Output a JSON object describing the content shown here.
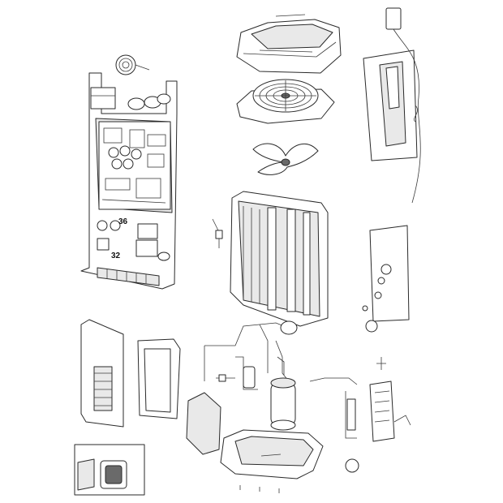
{
  "callouts": [
    {
      "id": "36",
      "text": "36"
    },
    {
      "id": "32",
      "text": "32"
    }
  ],
  "colors": {
    "line": "#2a2a2a",
    "fill": "#ffffff",
    "shade": "#e9e9e9",
    "dark": "#6a6a6a"
  }
}
